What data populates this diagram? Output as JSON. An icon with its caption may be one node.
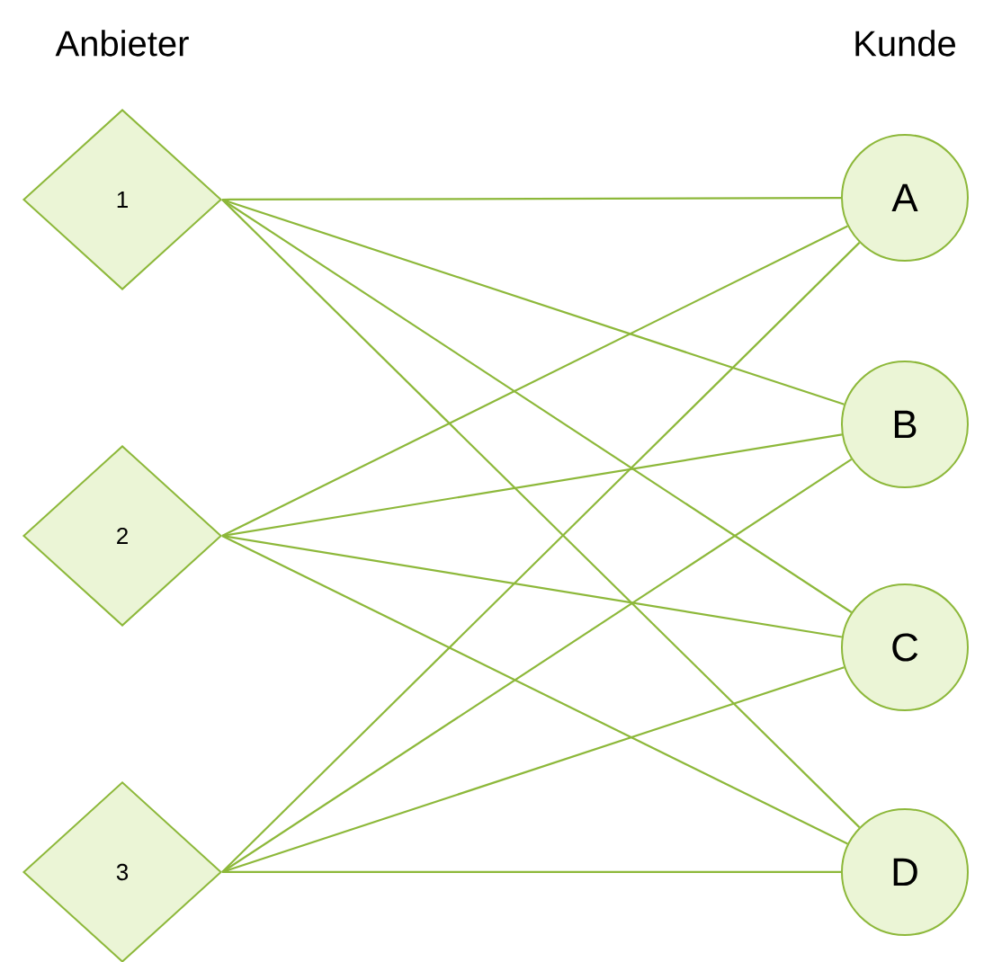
{
  "diagram": {
    "nodes": [
      {
        "text": [
          "1"
        ]
      },
      {
        "text": [
          "2"
        ]
      },
      {
        "text": [
          "3"
        ]
      },
      {
        "text": [
          "A"
        ]
      },
      {
        "text": [
          "B"
        ]
      },
      {
        "text": [
          "C"
        ]
      },
      {
        "text": [
          "D"
        ]
      }
    ],
    "edges": [
      {
        "from": 0,
        "to": 3,
        "arrow": "none"
      },
      {
        "from": 0,
        "to": 4,
        "arrow": "none"
      },
      {
        "from": 0,
        "to": 5,
        "arrow": "none"
      },
      {
        "from": 0,
        "to": 6,
        "arrow": "none"
      },
      {
        "from": 1,
        "to": 3,
        "arrow": "none"
      },
      {
        "from": 1,
        "to": 4,
        "arrow": "none"
      },
      {
        "from": 1,
        "to": 5,
        "arrow": "none"
      },
      {
        "from": 1,
        "to": 6,
        "arrow": "none"
      },
      {
        "from": 2,
        "to": 3,
        "arrow": "none"
      },
      {
        "from": 2,
        "to": 4,
        "arrow": "none"
      },
      {
        "from": 2,
        "to": 5,
        "arrow": "none"
      },
      {
        "from": 2,
        "to": 6,
        "arrow": "none"
      }
    ],
    "labels": [
      "Anbieter",
      "Kunde"
    ]
  }
}
